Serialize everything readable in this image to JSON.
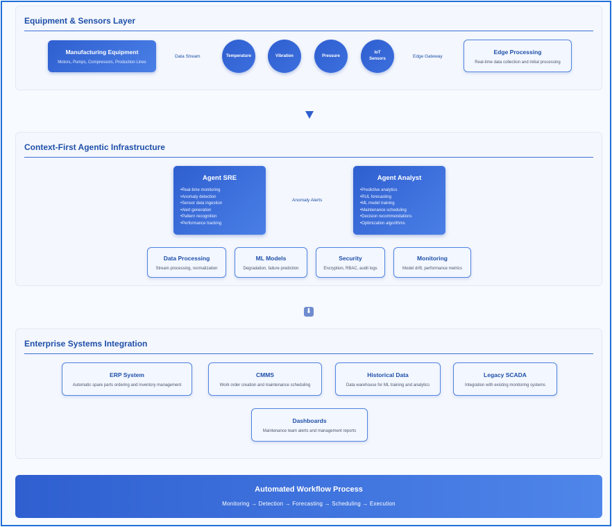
{
  "layers": {
    "equipment": {
      "title": "Equipment & Sensors Layer",
      "manufacturing": {
        "title": "Manufacturing Equipment",
        "sub": "Motors, Pumps, Compressors, Production Lines"
      },
      "data_stream_label": "Data Stream",
      "sensors": [
        "Temperature",
        "Vibration",
        "Pressure",
        "IoT Sensors"
      ],
      "edge_gateway_label": "Edge Gateway",
      "edge": {
        "title": "Edge Processing",
        "sub": "Real-time data collection and initial processing"
      }
    },
    "agentic": {
      "title": "Context-First Agentic Infrastructure",
      "agent_sre": {
        "title": "Agent SRE",
        "items": [
          "Real-time monitoring",
          "Anomaly detection",
          "Sensor data ingestion",
          "Alert generation",
          "Pattern recognition",
          "Performance tracking"
        ]
      },
      "anomaly_label": "Anomaly Alerts",
      "agent_analyst": {
        "title": "Agent Analyst",
        "items": [
          "Predictive analytics",
          "RUL forecasting",
          "ML model training",
          "Maintenance scheduling",
          "Decision recommendations",
          "Optimization algorithms"
        ]
      },
      "modules": [
        {
          "title": "Data Processing",
          "sub": "Stream processing, normalization"
        },
        {
          "title": "ML Models",
          "sub": "Degradation, failure prediction"
        },
        {
          "title": "Security",
          "sub": "Encryption, RBAC, audit logs"
        },
        {
          "title": "Monitoring",
          "sub": "Model drift, performance metrics"
        }
      ]
    },
    "enterprise": {
      "title": "Enterprise Systems Integration",
      "systems": [
        {
          "title": "ERP System",
          "sub": "Automatic spare parts ordering and inventory management"
        },
        {
          "title": "CMMS",
          "sub": "Work order creation and maintenance scheduling"
        },
        {
          "title": "Historical Data",
          "sub": "Data warehouse for ML training and analytics"
        },
        {
          "title": "Legacy SCADA",
          "sub": "Integration with existing monitoring systems"
        },
        {
          "title": "Dashboards",
          "sub": "Maintenance team alerts and management reports"
        }
      ]
    }
  },
  "arrows": {
    "down_triangle": "▼",
    "down_square": "⬇"
  },
  "workflow": {
    "title": "Automated Workflow Process",
    "steps": "Monitoring → Detection → Forecasting → Scheduling → Execution"
  },
  "colors": {
    "primary": "#2f5fd0",
    "accent": "#4a7fe6",
    "border": "#1e6fd9"
  }
}
